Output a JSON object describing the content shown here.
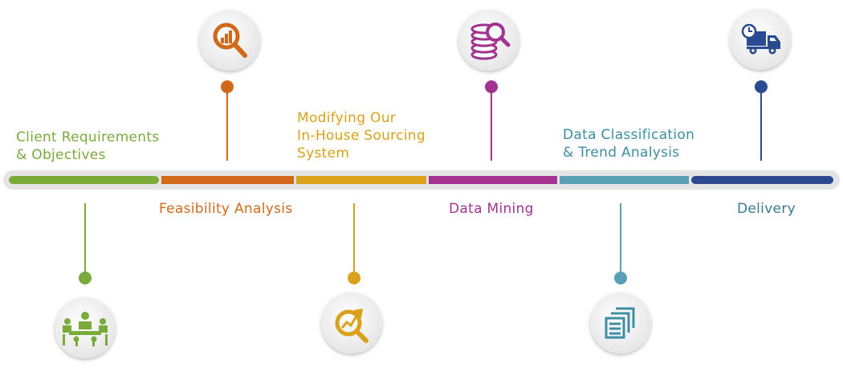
{
  "colors": {
    "green": "#7aaa3a",
    "orange": "#d2691a",
    "gold": "#d9a21a",
    "purple": "#a2348f",
    "teal": "#5a9fb8",
    "navy": "#2a4b8f",
    "track": "#e4e4e4",
    "icon_bg": "#f2f2f2"
  },
  "stages": [
    {
      "label": [
        "Client Requirements",
        "& Objectives"
      ],
      "color": "#7aaa3a",
      "icon": "meeting-icon",
      "side": "bottom"
    },
    {
      "label": [
        "Feasibility Analysis"
      ],
      "color": "#d2691a",
      "icon": "magnifier-chart-icon",
      "side": "top"
    },
    {
      "label": [
        "Modifying Our",
        "In-House Sourcing",
        "System"
      ],
      "color": "#d9a21a",
      "icon": "magnifier-trend-icon",
      "side": "bottom"
    },
    {
      "label": [
        "Data Mining"
      ],
      "color": "#a2348f",
      "icon": "coins-magnifier-icon",
      "side": "top"
    },
    {
      "label": [
        "Data Classification",
        "& Trend Analysis"
      ],
      "color": "#5a9fb8",
      "icon": "document-stack-icon",
      "side": "bottom"
    },
    {
      "label": [
        "Delivery"
      ],
      "color": "#2a4b8f",
      "icon": "delivery-truck-icon",
      "side": "top"
    }
  ]
}
